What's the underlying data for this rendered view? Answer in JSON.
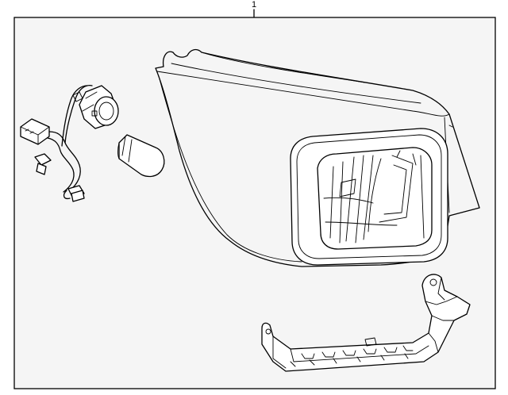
{
  "diagram": {
    "callout_label": "1",
    "colors": {
      "background": "#ffffff",
      "frame_fill": "#f5f5f5",
      "line": "#000000"
    },
    "parts": [
      {
        "id": "wiring-harness",
        "icon": "harness-connector-icon"
      },
      {
        "id": "bulb-socket",
        "icon": "bulb-socket-icon"
      },
      {
        "id": "bulb",
        "icon": "bulb-icon"
      },
      {
        "id": "tail-lamp-assembly",
        "icon": "tail-lamp-icon"
      },
      {
        "id": "mounting-bracket",
        "icon": "bracket-icon"
      }
    ]
  }
}
